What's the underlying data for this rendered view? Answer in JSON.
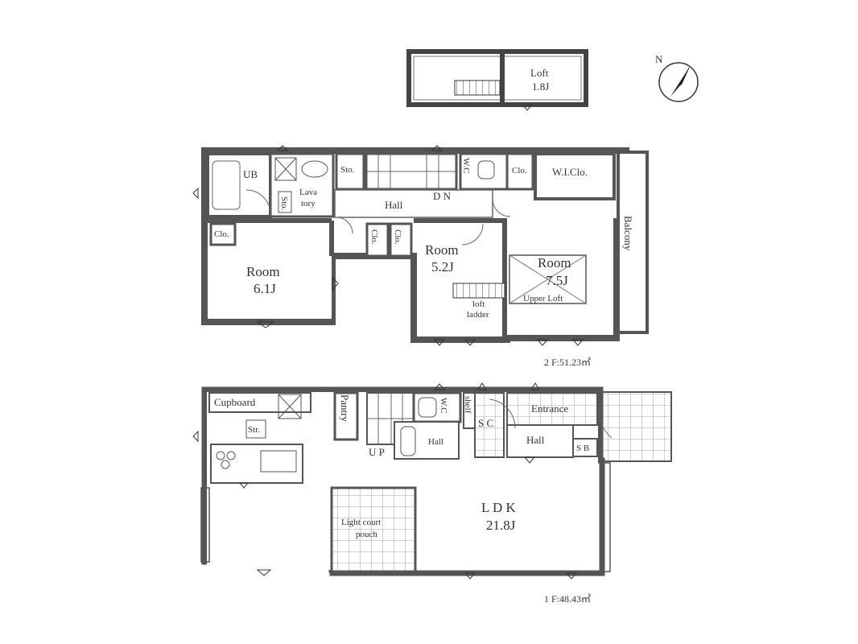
{
  "compass": {
    "label": "N"
  },
  "loft": {
    "name": "Loft",
    "size": "1.8J"
  },
  "floor2": {
    "area": "2 F:51.23㎡",
    "ub": "UB",
    "lavatory_line1": "Lava",
    "lavatory_line2": "tory",
    "storage_small": "Sto.",
    "storage_vertical": "Sto.",
    "wc": "W.C",
    "clo_top": "Clo.",
    "wic": "W.I.Clo.",
    "hall": "Hall",
    "dn": "D N",
    "clo_left": "Clo.",
    "clo_mid1": "Clo.",
    "clo_mid2": "Clo.",
    "balcony": "Balcony",
    "room_61": {
      "name": "Room",
      "size": "6.1J"
    },
    "room_52": {
      "name": "Room",
      "size": "5.2J"
    },
    "room_75": {
      "name": "Room",
      "size": "7.5J"
    },
    "loft_ladder_line1": "loft",
    "loft_ladder_line2": "ladder",
    "upper_loft": "Upper Loft"
  },
  "floor1": {
    "area": "1 F:48.43㎡",
    "cupboard": "Cupboard",
    "storage": "Str.",
    "pantry": "Pantry",
    "wc": "W.C",
    "shelf": "shelf",
    "sc": "S C",
    "entrance": "Entrance",
    "hall_left": "Hall",
    "hall_right": "Hall",
    "sb": "S B",
    "up": "U P",
    "ldk": {
      "name": "L D K",
      "size": "21.8J"
    },
    "light_court_line1": "Light court",
    "light_court_line2": "pouch"
  }
}
